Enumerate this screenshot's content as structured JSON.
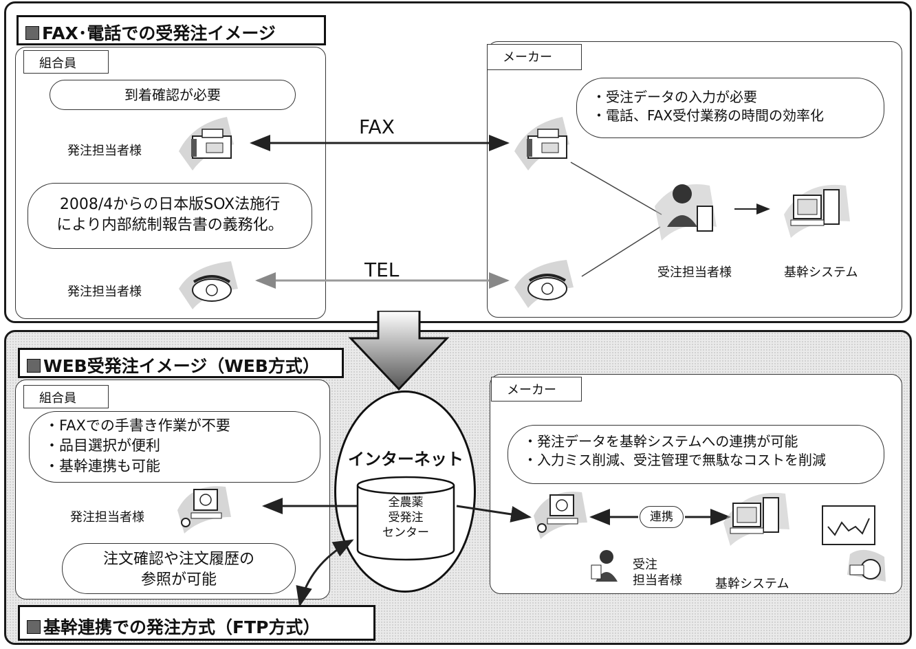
{
  "fax_section": {
    "title": "FAX･電話での受発注イメージ",
    "member_tag": "組合員",
    "maker_tag": "メーカー",
    "note_arrival": "到着確認が必要",
    "note_sox_line1": "2008/4からの日本版SOX法施行",
    "note_sox_line2": "により内部統制報告書の義務化。",
    "orderer_fax_label": "発注担当者様",
    "orderer_tel_label": "発注担当者様",
    "fax_label": "FAX",
    "tel_label": "TEL",
    "maker_note_line1": "・受注データの入力が必要",
    "maker_note_line2": "・電話、FAX受付業務の時間の効率化",
    "receiver_label": "受注担当者様",
    "core_system_label": "基幹システム"
  },
  "web_section": {
    "title": "WEB受発注イメージ（WEB方式）",
    "member_tag": "組合員",
    "maker_tag": "メーカー",
    "benefit_line1": "・FAXでの手書き作業が不要",
    "benefit_line2": "・品目選択が便利",
    "benefit_line3": "・基幹連携も可能",
    "orderer_label": "発注担当者様",
    "history_line1": "注文確認や注文履歴の",
    "history_line2": "参照が可能",
    "internet_label": "インターネット",
    "center_line1": "全農薬",
    "center_line2": "受発注",
    "center_line3": "センター",
    "maker_note_line1": "・発注データを基幹システムへの連携が可能",
    "maker_note_line2": "・入力ミス削減、受注管理で無駄なコストを削減",
    "link_label": "連携",
    "receiver_line1": "受注",
    "receiver_line2": "担当者様",
    "core_system_label": "基幹システム"
  },
  "ftp_section": {
    "title": "基幹連携での発注方式（FTP方式）"
  },
  "icons": [
    "fax-machine-icon",
    "telephone-icon",
    "operator-icon",
    "desktop-computer-icon",
    "chart-monitor-icon",
    "network-terminal-icon",
    "database-cylinder-icon",
    "down-arrow-icon"
  ]
}
